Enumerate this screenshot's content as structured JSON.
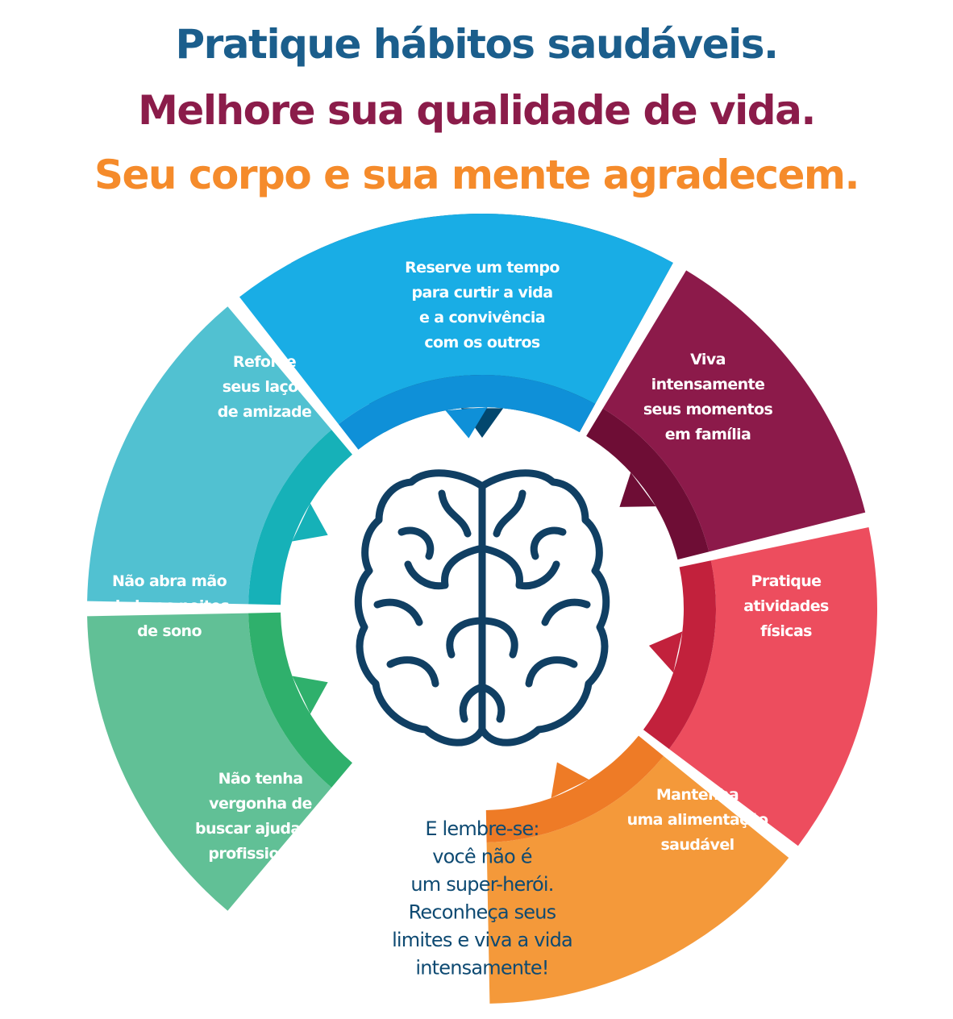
{
  "headlines": [
    {
      "text": "Pratique hábitos saudáveis.",
      "color": "#1b5e8c"
    },
    {
      "text": "Melhore sua qualidade de vida.",
      "color": "#8b1c4a"
    },
    {
      "text": "Seu corpo e sua mente agradecem.",
      "color": "#f58b2b"
    }
  ],
  "segments": [
    {
      "key": "time",
      "lines": [
        "Reserve um tempo",
        "para curtir a vida",
        "e a convivência",
        "com os outros"
      ],
      "color": "#055786",
      "accent": "#02476e"
    },
    {
      "key": "family",
      "lines": [
        "Viva",
        "intensamente",
        "seus momentos",
        "em família"
      ],
      "color": "#8c1a4a",
      "accent": "#6e0d35"
    },
    {
      "key": "exercise",
      "lines": [
        "Pratique",
        "atividades",
        "físicas"
      ],
      "color": "#ed4d5e",
      "accent": "#c2213c"
    },
    {
      "key": "food",
      "lines": [
        "Mantenha",
        "uma alimentação",
        "saudável"
      ],
      "color": "#f4993a",
      "accent": "#ee7b26"
    },
    {
      "key": "help",
      "lines": [
        "Não tenha",
        "vergonha de",
        "buscar ajuda de",
        "profissionais"
      ],
      "color": "#61c096",
      "accent": "#2fb06c"
    },
    {
      "key": "sleep",
      "lines": [
        "Não abra mão",
        "de boas noites",
        "de sono"
      ],
      "color": "#51c1d1",
      "accent": "#16b1b8"
    },
    {
      "key": "friends",
      "lines": [
        "Reforce",
        "seus laços",
        "de amizade"
      ],
      "color": "#19ade5",
      "accent": "#0f90d8"
    }
  ],
  "center_message": [
    "E lembre-se:",
    "você não é",
    "um super-herói.",
    "Reconheça seus",
    "limites e viva a vida",
    "intensamente!"
  ],
  "icon": {
    "name": "brain-icon",
    "color": "#103f63"
  }
}
